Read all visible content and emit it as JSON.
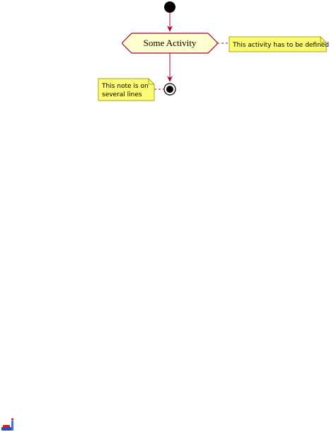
{
  "diagram": {
    "activity_label": "Some Activity",
    "note_right": {
      "lines": [
        "This activity has to be defined"
      ]
    },
    "note_left": {
      "lines": [
        "This note is on",
        "several lines"
      ]
    }
  },
  "colors": {
    "activity_fill": "#FEFECE",
    "activity_border": "#A80036",
    "arrow": "#A80036",
    "note_fill": "#FBFB77",
    "note_border": "#A8A800",
    "start_node": "#000000",
    "end_node": "#000000"
  },
  "icons": {
    "corner_logo": "plantuml-logo-icon"
  }
}
